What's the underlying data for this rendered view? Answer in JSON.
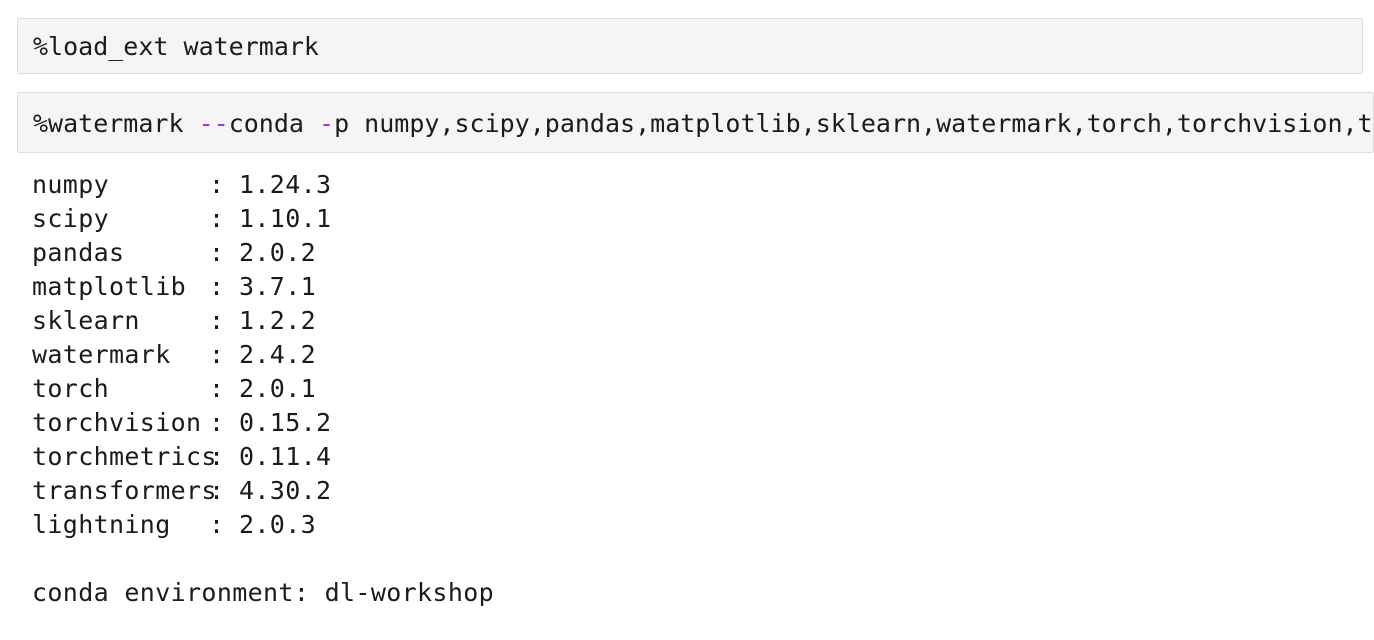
{
  "notebook": {
    "cells": [
      {
        "type": "code",
        "source": "%load_ext watermark",
        "tokens": [
          {
            "text": "%load_ext watermark",
            "kind": "plain"
          }
        ]
      },
      {
        "type": "code",
        "source": "%watermark --conda -p numpy,scipy,pandas,matplotlib,sklearn,watermark,torch,torchvision,torchmetrics,transformers,lightning",
        "tokens": [
          {
            "text": "%watermark ",
            "kind": "plain"
          },
          {
            "text": "--",
            "kind": "flag"
          },
          {
            "text": "conda ",
            "kind": "plain"
          },
          {
            "text": "-",
            "kind": "flag"
          },
          {
            "text": "p numpy,scipy,pandas,matplotlib,sklearn,watermark,torch,torchvision,torchmetrics,transformers,lightning",
            "kind": "plain"
          }
        ]
      }
    ],
    "output": {
      "separator": ": ",
      "packages": [
        {
          "name": "numpy",
          "version": "1.24.3"
        },
        {
          "name": "scipy",
          "version": "1.10.1"
        },
        {
          "name": "pandas",
          "version": "2.0.2"
        },
        {
          "name": "matplotlib",
          "version": "3.7.1"
        },
        {
          "name": "sklearn",
          "version": "1.2.2"
        },
        {
          "name": "watermark",
          "version": "2.4.2"
        },
        {
          "name": "torch",
          "version": "2.0.1"
        },
        {
          "name": "torchvision",
          "version": "0.15.2"
        },
        {
          "name": "torchmetrics",
          "version": "0.11.4"
        },
        {
          "name": "transformers",
          "version": "4.30.2"
        },
        {
          "name": "lightning",
          "version": "2.0.3"
        }
      ],
      "conda_line": "conda environment: dl-workshop"
    }
  },
  "colors": {
    "cell_background": "#f5f5f5",
    "cell_border": "#dddddd",
    "text": "#1b1b1b",
    "flag_accent": "#a532f5",
    "page_background": "#ffffff"
  }
}
